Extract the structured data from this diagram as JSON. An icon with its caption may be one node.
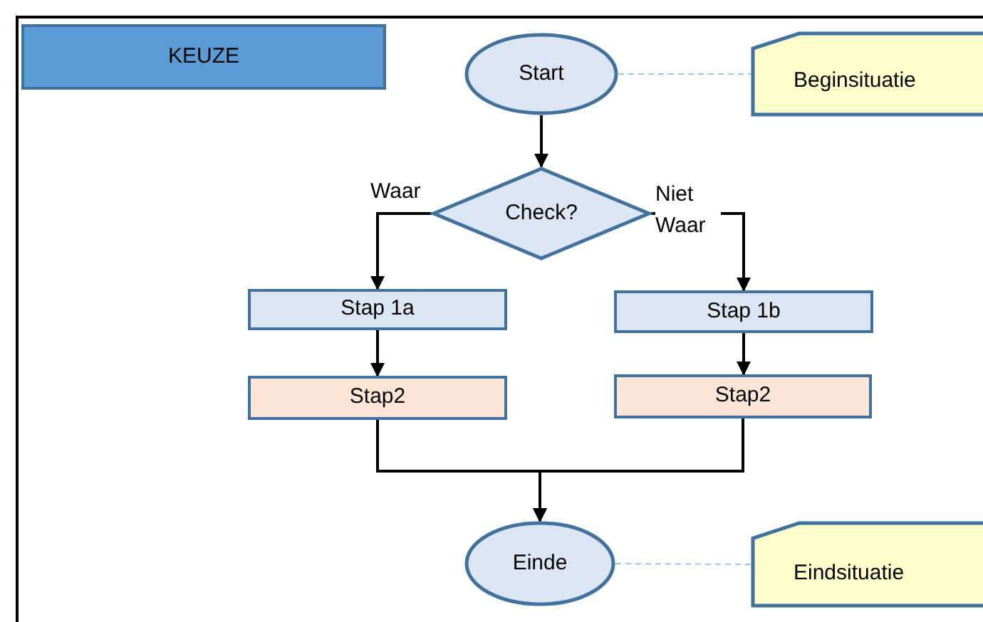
{
  "diagram": {
    "nodes": [
      {
        "text": [
          "KEUZE"
        ]
      },
      {
        "text": [
          "Start"
        ]
      },
      {
        "text": [
          "Beginsituatie"
        ]
      },
      {
        "text": [
          "Check?"
        ]
      },
      {
        "text": [
          "Stap 1a"
        ]
      },
      {
        "text": [
          "Stap 1b"
        ]
      },
      {
        "text": [
          "Stap2"
        ]
      },
      {
        "text": [
          "Stap2"
        ]
      },
      {
        "text": [
          "Einde"
        ]
      },
      {
        "text": [
          "Eindsituatie"
        ]
      }
    ],
    "edges": [
      {
        "from": 1,
        "to": 3,
        "arrow": "to"
      },
      {
        "from": 3,
        "to": 4,
        "arrow": "to",
        "label": "Waar"
      },
      {
        "from": 3,
        "to": 5,
        "arrow": "to",
        "label": "Niet Waar"
      },
      {
        "from": 4,
        "to": 6,
        "arrow": "to"
      },
      {
        "from": 5,
        "to": 7,
        "arrow": "to"
      },
      {
        "from": 6,
        "to": 8,
        "arrow": "to"
      },
      {
        "from": 7,
        "to": 8,
        "arrow": "to"
      },
      {
        "from": 1,
        "to": 2,
        "arrow": "none",
        "style": "dashed",
        "color": "#9dc3e6"
      },
      {
        "from": 8,
        "to": 9,
        "arrow": "none",
        "style": "dashed",
        "color": "#9dc3e6"
      }
    ]
  }
}
